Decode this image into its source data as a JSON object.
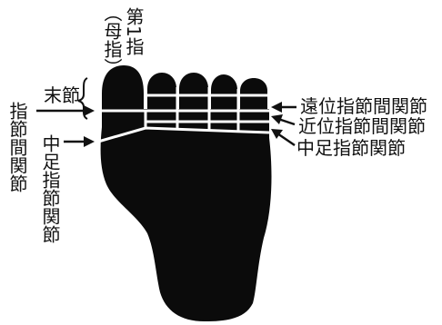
{
  "labels": {
    "big_toe": "第1指",
    "big_toe_alt": "（母指）",
    "distal_phalanx": "末節",
    "interphalangeal_joint": "指節間関節",
    "mtp_left": "中足指節関節",
    "dip_joint": "遠位指節間関節",
    "pip_joint": "近位指節間関節",
    "mtp_right": "中足指節関節"
  },
  "colors": {
    "foot": "#0b0b0b",
    "joint_lines": "#ffffff",
    "annotation": "#111111"
  }
}
